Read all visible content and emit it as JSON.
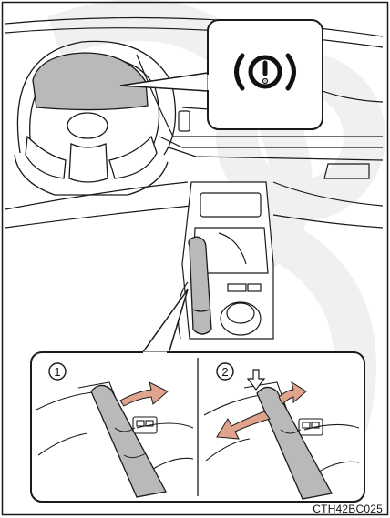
{
  "figure": {
    "warning_icon": "brake-warning-icon",
    "panels": [
      {
        "step": "1",
        "arrow_color": "#e0a48c"
      },
      {
        "step": "2",
        "arrow_color": "#e0a48c"
      }
    ],
    "colors": {
      "line": "#1a1a1a",
      "gray_fill": "#b9b9b9",
      "light_fill": "#e3e3e3",
      "watermark": "#f2f2f2",
      "arrow": "#e0a48c"
    },
    "code": "CTH42BC025"
  }
}
